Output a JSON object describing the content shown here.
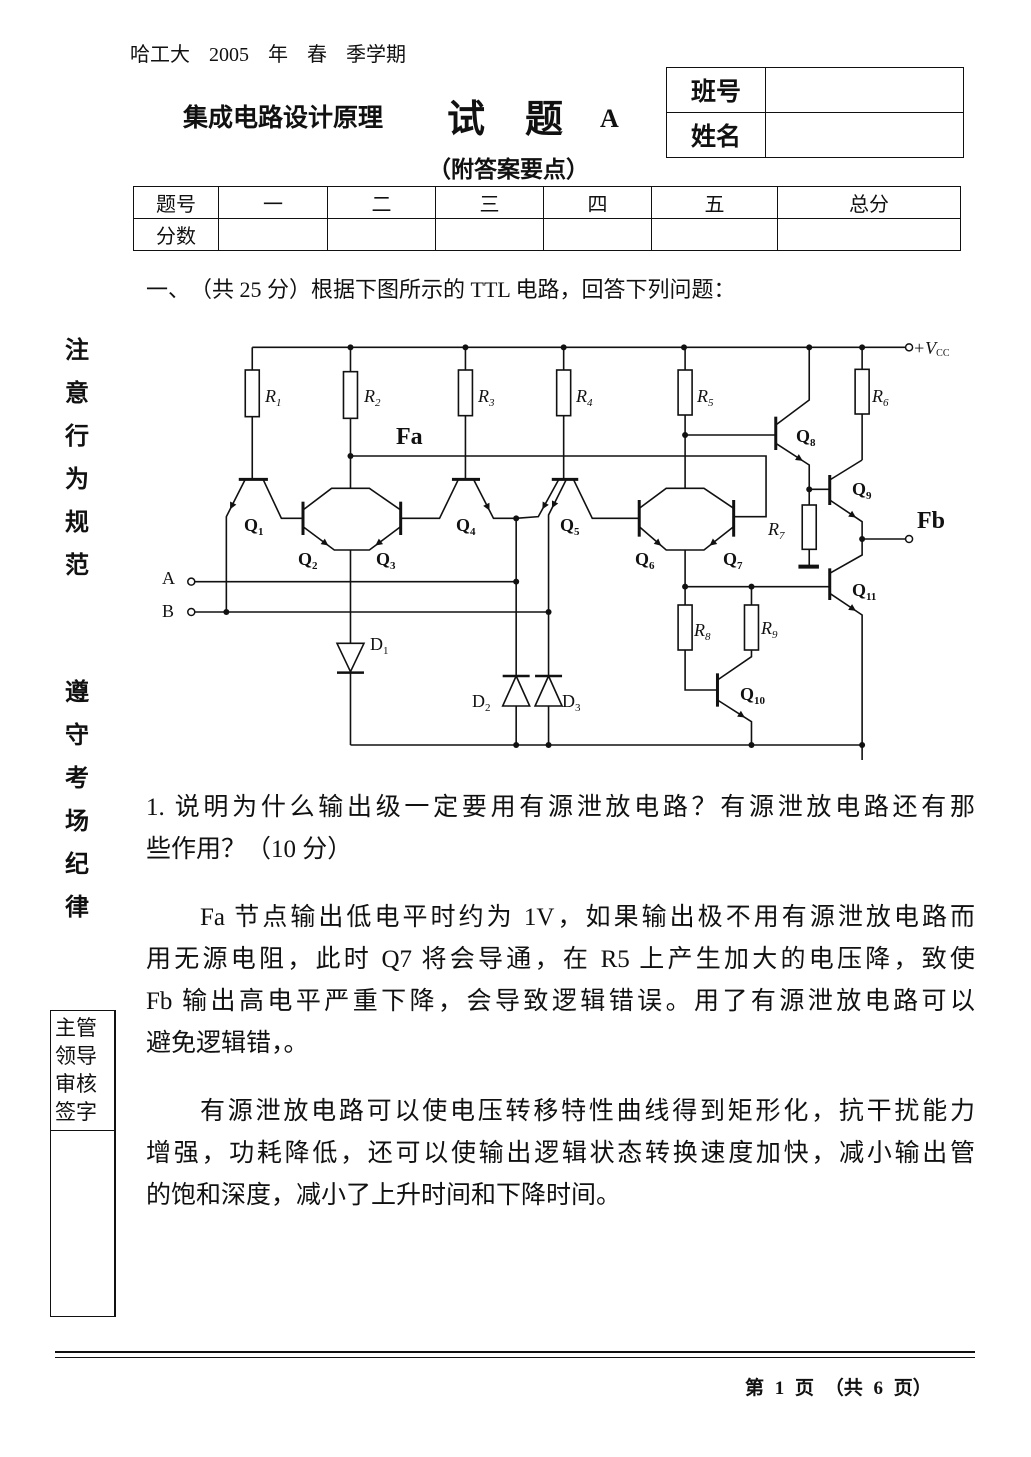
{
  "header": {
    "semester": "哈工大 2005 年 春 季学期",
    "course_title": "集成电路设计原理",
    "exam_word": "试题",
    "paper": "A",
    "subtitle": "（附答案要点）",
    "id_box": {
      "class_label": "班号",
      "class_value": "",
      "name_label": "姓名",
      "name_value": ""
    }
  },
  "score_table": {
    "headers": [
      "题号",
      "一",
      "二",
      "三",
      "四",
      "五",
      "总分"
    ],
    "row_label": "分数",
    "scores": [
      "",
      "",
      "",
      "",
      "",
      ""
    ]
  },
  "sidebar": {
    "notice_1": "注意行为规范",
    "notice_2": "遵守考场纪律",
    "sign_box_label": "主管领导审核签字"
  },
  "question": {
    "heading": "一、　（共 25 分）根据下图所示的 TTL 电路，回答下列问题：",
    "circuit_labels": {
      "R1": {
        "m": "R",
        "s": "1"
      },
      "R2": {
        "m": "R",
        "s": "2"
      },
      "R3": {
        "m": "R",
        "s": "3"
      },
      "R4": {
        "m": "R",
        "s": "4"
      },
      "R5": {
        "m": "R",
        "s": "5"
      },
      "R6": {
        "m": "R",
        "s": "6"
      },
      "R7": {
        "m": "R",
        "s": "7"
      },
      "R8": {
        "m": "R",
        "s": "8"
      },
      "R9": {
        "m": "R",
        "s": "9"
      },
      "Q1": {
        "m": "Q",
        "s": "1"
      },
      "Q2": {
        "m": "Q",
        "s": "2"
      },
      "Q3": {
        "m": "Q",
        "s": "3"
      },
      "Q4": {
        "m": "Q",
        "s": "4"
      },
      "Q5": {
        "m": "Q",
        "s": "5"
      },
      "Q6": {
        "m": "Q",
        "s": "6"
      },
      "Q7": {
        "m": "Q",
        "s": "7"
      },
      "Q8": {
        "m": "Q",
        "s": "8"
      },
      "Q9": {
        "m": "Q",
        "s": "9"
      },
      "Q10": {
        "m": "Q",
        "s": "10"
      },
      "Q11": {
        "m": "Q",
        "s": "11"
      },
      "D1": {
        "m": "D",
        "s": "1"
      },
      "D2": {
        "m": "D",
        "s": "2"
      },
      "D3": {
        "m": "D",
        "s": "3"
      },
      "A": "A",
      "B": "B",
      "Fa": "Fa",
      "Fb": "Fb",
      "Vcc": {
        "m": "+V",
        "s": "CC"
      }
    },
    "sub1": {
      "prompt_lines": [
        "1. 说明为什么输出级一定要用有源泄放电路？有源泄放电路还有那",
        "些作用？（10 分）"
      ],
      "answer_p1": [
        "Fa 节点输出低电平时约为 1V，如果输出极不用有源泄放电路而",
        "用无源电阻，此时 Q7 将会导通，在 R5 上产生加大的电压降，致使",
        "Fb 输出高电平严重下降，会导致逻辑错误。用了有源泄放电路可以",
        "避免逻辑错，。"
      ],
      "answer_p2": [
        "有源泄放电路可以使电压转移特性曲线得到矩形化，抗干扰能力",
        "增强，功耗降低，还可以使输出逻辑状态转换速度加快，减小输出管",
        "的饱和深度，减小了上升时间和下降时间。"
      ]
    }
  },
  "footer": {
    "page_text": "第 1 页 （共 6 页）"
  }
}
